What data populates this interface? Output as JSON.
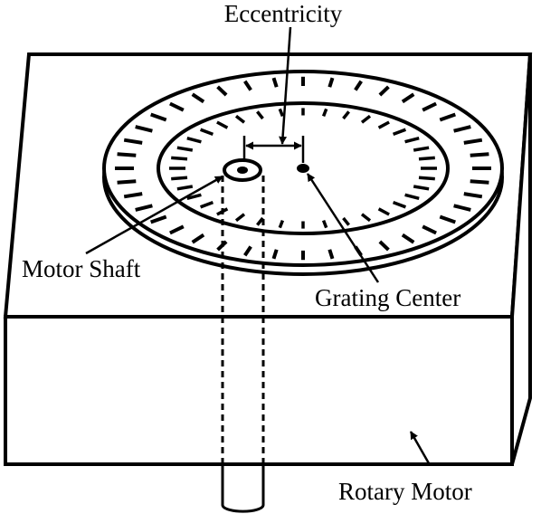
{
  "labels": {
    "eccentricity": "Eccentricity",
    "motor_shaft": "Motor Shaft",
    "grating_center": "Grating Center",
    "rotary_motor": "Rotary Motor"
  },
  "grating": {
    "outer_tick_count": 40,
    "inner_tick_count": 36
  },
  "colors": {
    "stroke": "#000000",
    "background": "#ffffff"
  }
}
